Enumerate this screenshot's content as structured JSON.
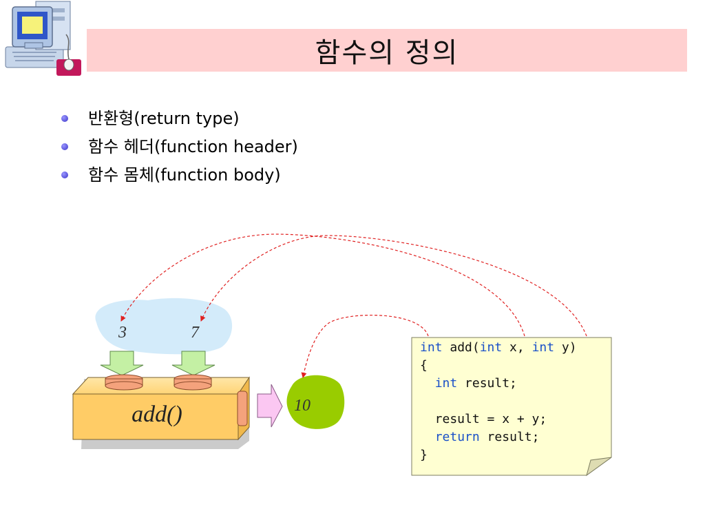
{
  "title": "함수의 정의",
  "bullets": [
    {
      "label": "반환형(return type)"
    },
    {
      "label": "함수 헤더(function header)"
    },
    {
      "label": "함수 몸체(function body)"
    }
  ],
  "diagram": {
    "inputs": [
      "3",
      "7"
    ],
    "function_label": "add()",
    "output": "10",
    "code": {
      "line1": {
        "t1": "int",
        "t2": " add(",
        "t3": "int",
        "t4": " x, ",
        "t5": "int",
        "t6": " y)"
      },
      "line2": "{",
      "line3": {
        "indent": "  ",
        "kw": "int",
        "rest": " result;"
      },
      "line4": "",
      "line5": "  result = x + y;",
      "line6": {
        "indent": "  ",
        "kw": "return",
        "rest": " result;"
      },
      "line7": "}"
    }
  },
  "colors": {
    "title_bg": "#ffd0d0",
    "bullet": "#5a54e8",
    "input_cloud": "#d3ebfa",
    "output_blob": "#99cc00",
    "function_box": "#ffcc66",
    "code_note": "#ffffd2",
    "keyword": "#1a50c8",
    "arrows": "#e02020"
  }
}
